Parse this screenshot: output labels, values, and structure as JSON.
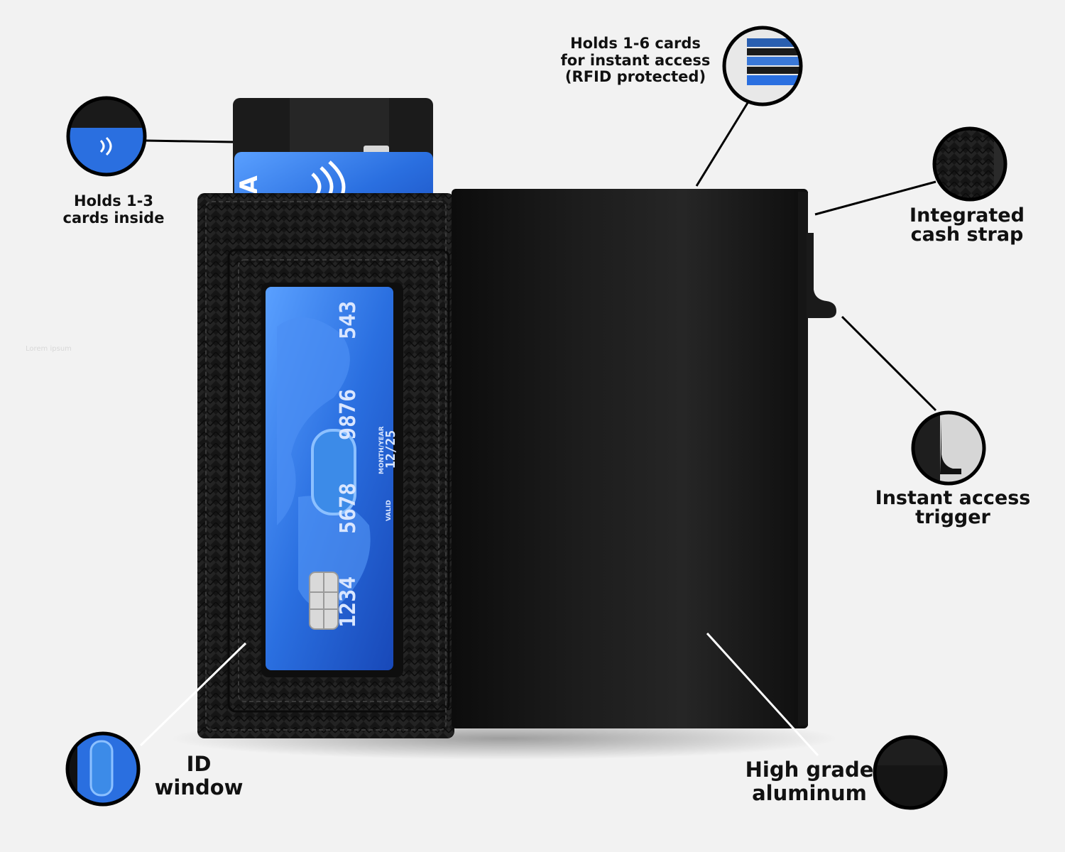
{
  "callouts": {
    "cards_inside": {
      "line1": "Holds 1-3",
      "line2": "cards inside"
    },
    "six_cards": {
      "line1": "Holds 1-6 cards",
      "line2": "for instant access",
      "line3": "(RFID protected)"
    },
    "cash_strap": {
      "line1": "Integrated",
      "line2": "cash strap"
    },
    "trigger": {
      "line1": "Instant access",
      "line2": "trigger"
    },
    "id_window": {
      "line1": "ID",
      "line2": "window"
    },
    "aluminum": {
      "line1": "High grade",
      "line2": "aluminum"
    }
  },
  "watermark": "Lorem ipsum",
  "card": {
    "brand_partial": "SA",
    "number_groups": [
      "1234",
      "5678",
      "9876",
      "543"
    ],
    "expiry_label": "MONTH/YEAR",
    "expiry": "12/25",
    "valid_label": "VALID"
  },
  "colors": {
    "background": "#f2f2f2",
    "card_blue": "#2a6fe0",
    "wallet_black": "#111111",
    "label_text": "#111111"
  }
}
